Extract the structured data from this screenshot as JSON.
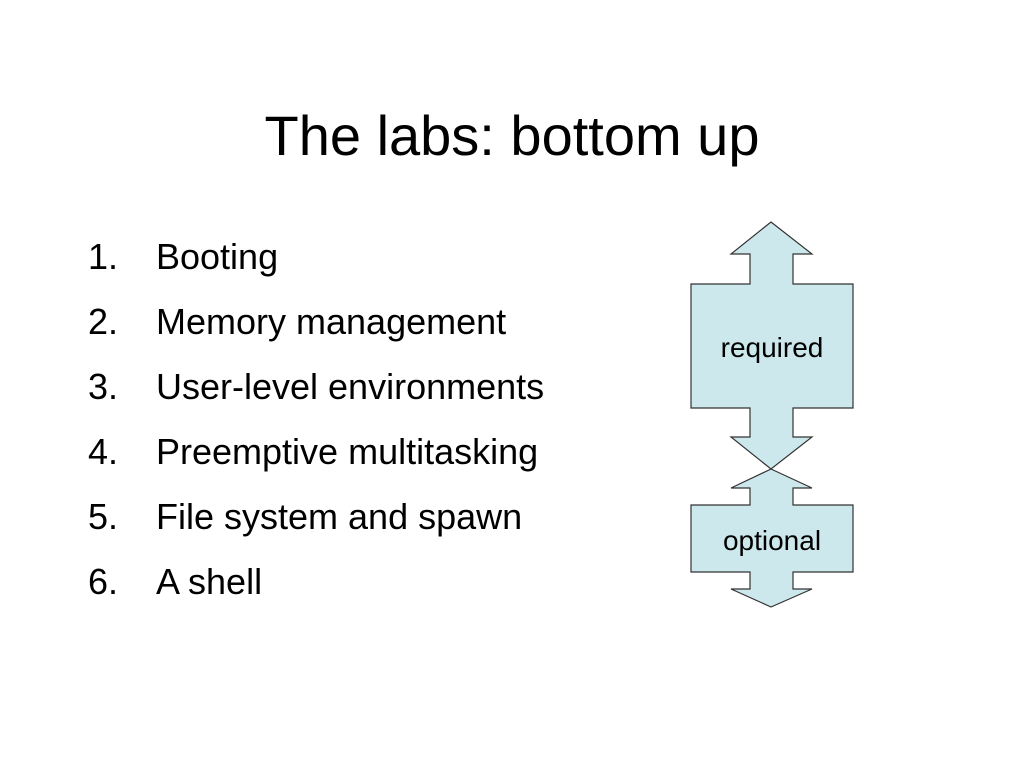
{
  "slide": {
    "title": "The labs: bottom up"
  },
  "labs": [
    {
      "number": "1.",
      "label": "Booting"
    },
    {
      "number": "2.",
      "label": "Memory management"
    },
    {
      "number": "3.",
      "label": "User-level environments"
    },
    {
      "number": "4.",
      "label": "Preemptive multitasking"
    },
    {
      "number": "5.",
      "label": "File system and spawn"
    },
    {
      "number": "6.",
      "label": "A shell"
    }
  ],
  "diagram": {
    "required_label": "required",
    "optional_label": "optional",
    "fill_color": "#cce8ec",
    "stroke_color": "#333333"
  }
}
